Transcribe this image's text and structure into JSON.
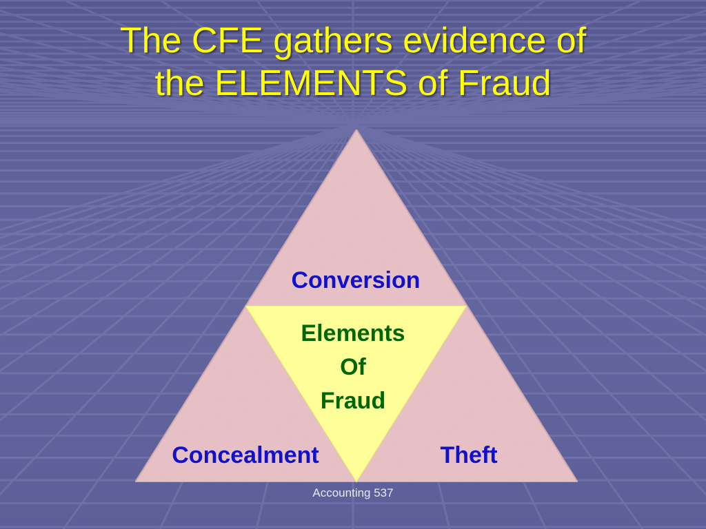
{
  "slide": {
    "title_line1": "The CFE gathers evidence of",
    "title_line2": "the ELEMENTS of Fraud",
    "footer": "Accounting 537"
  },
  "diagram": {
    "top": "Conversion",
    "left": "Concealment",
    "right": "Theft",
    "center_line1": "Elements",
    "center_line2": "Of",
    "center_line3": "Fraud"
  },
  "colors": {
    "background": "#5f619a",
    "title": "#ffff00",
    "triangle_fill": "#e6bfc3",
    "center_fill": "#ffff99",
    "outer_labels": "#1111cc",
    "center_labels": "#006600"
  }
}
